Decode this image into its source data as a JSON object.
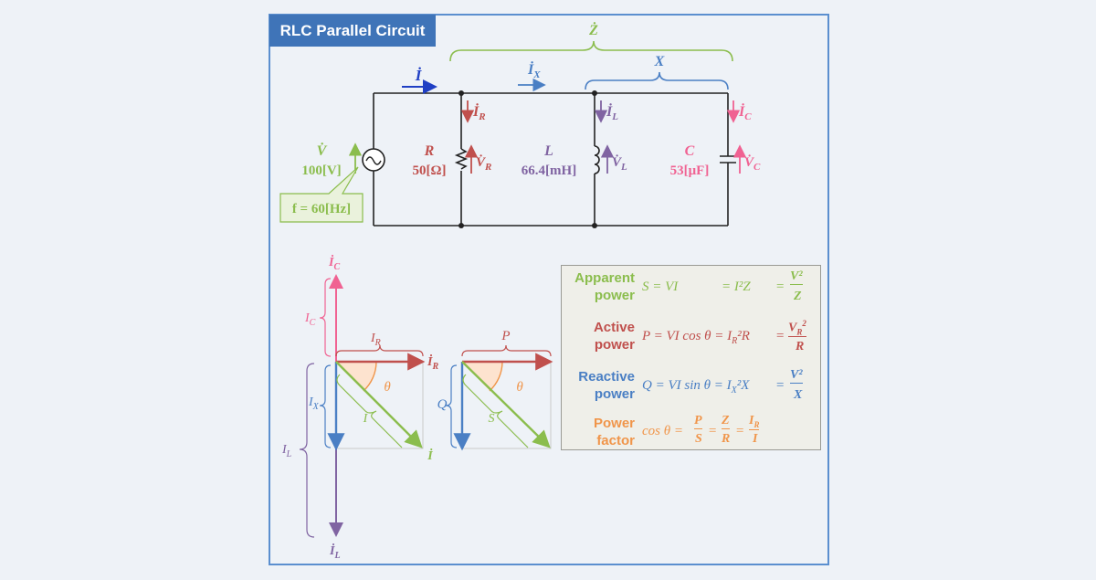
{
  "title": "RLC Parallel Circuit",
  "colors": {
    "green": "#8bbd4d",
    "red": "#c0504d",
    "purple": "#8064a2",
    "pink": "#f06292",
    "blue": "#4a7fc4",
    "orange": "#f0954a",
    "navy": "#1f3fc4",
    "frame": "#5b8fcf"
  },
  "circuit": {
    "z_label": "Ż",
    "x_label": "X",
    "i_label": "İ",
    "ix_label": "İ",
    "ix_sub": "X",
    "ir_label": "İ",
    "ir_sub": "R",
    "il_label": "İ",
    "il_sub": "L",
    "ic_label": "İ",
    "ic_sub": "C",
    "source": {
      "name": "V̇",
      "value": "100[V]",
      "freq": "f = 60[Hz]"
    },
    "resistor": {
      "name": "R",
      "value": "50[Ω]",
      "v_label": "V̇",
      "v_sub": "R"
    },
    "inductor": {
      "name": "L",
      "value": "66.4[mH]",
      "v_label": "V̇",
      "v_sub": "L"
    },
    "capacitor": {
      "name": "C",
      "value": "53[μF]",
      "v_label": "V̇",
      "v_sub": "C"
    }
  },
  "phasor_current": {
    "ic_top": "İ",
    "ic_top_sub": "C",
    "ic_side": "I",
    "ic_side_sub": "C",
    "ir_brace": "I",
    "ir_brace_sub": "R",
    "ir_tip": "İ",
    "ir_tip_sub": "R",
    "theta": "θ",
    "i_diag": "I",
    "i_tip": "İ",
    "ix_side": "I",
    "ix_side_sub": "X",
    "il_side": "I",
    "il_side_sub": "L",
    "il_bottom": "İ",
    "il_bottom_sub": "L"
  },
  "phasor_power": {
    "p": "P",
    "q": "Q",
    "s": "S",
    "theta": "θ"
  },
  "formulas": [
    {
      "name": "Apparent power",
      "eq1": "S = VI",
      "eq2": "= I²Z",
      "eq3_pre": "=",
      "num": "V²",
      "den": "Z"
    },
    {
      "name": "Active power",
      "eq1": "P = VI cos θ = I",
      "eq1_sub": "R",
      "eq2": "²R",
      "eq3_pre": "=",
      "num": "V",
      "num_sub": "R",
      "num_sup": "2",
      "den": "R"
    },
    {
      "name": "Reactive power",
      "eq1": "Q = VI sin θ = I",
      "eq1_sub": "X",
      "eq2": "²X",
      "eq3_pre": "=",
      "num": "V²",
      "den": "X"
    },
    {
      "name": "Power factor",
      "eq1": "cos θ =",
      "f1n": "P",
      "f1d": "S",
      "f2n": "Z",
      "f2d": "R",
      "f3n": "I",
      "f3n_sub": "R",
      "f3d": "I"
    }
  ]
}
